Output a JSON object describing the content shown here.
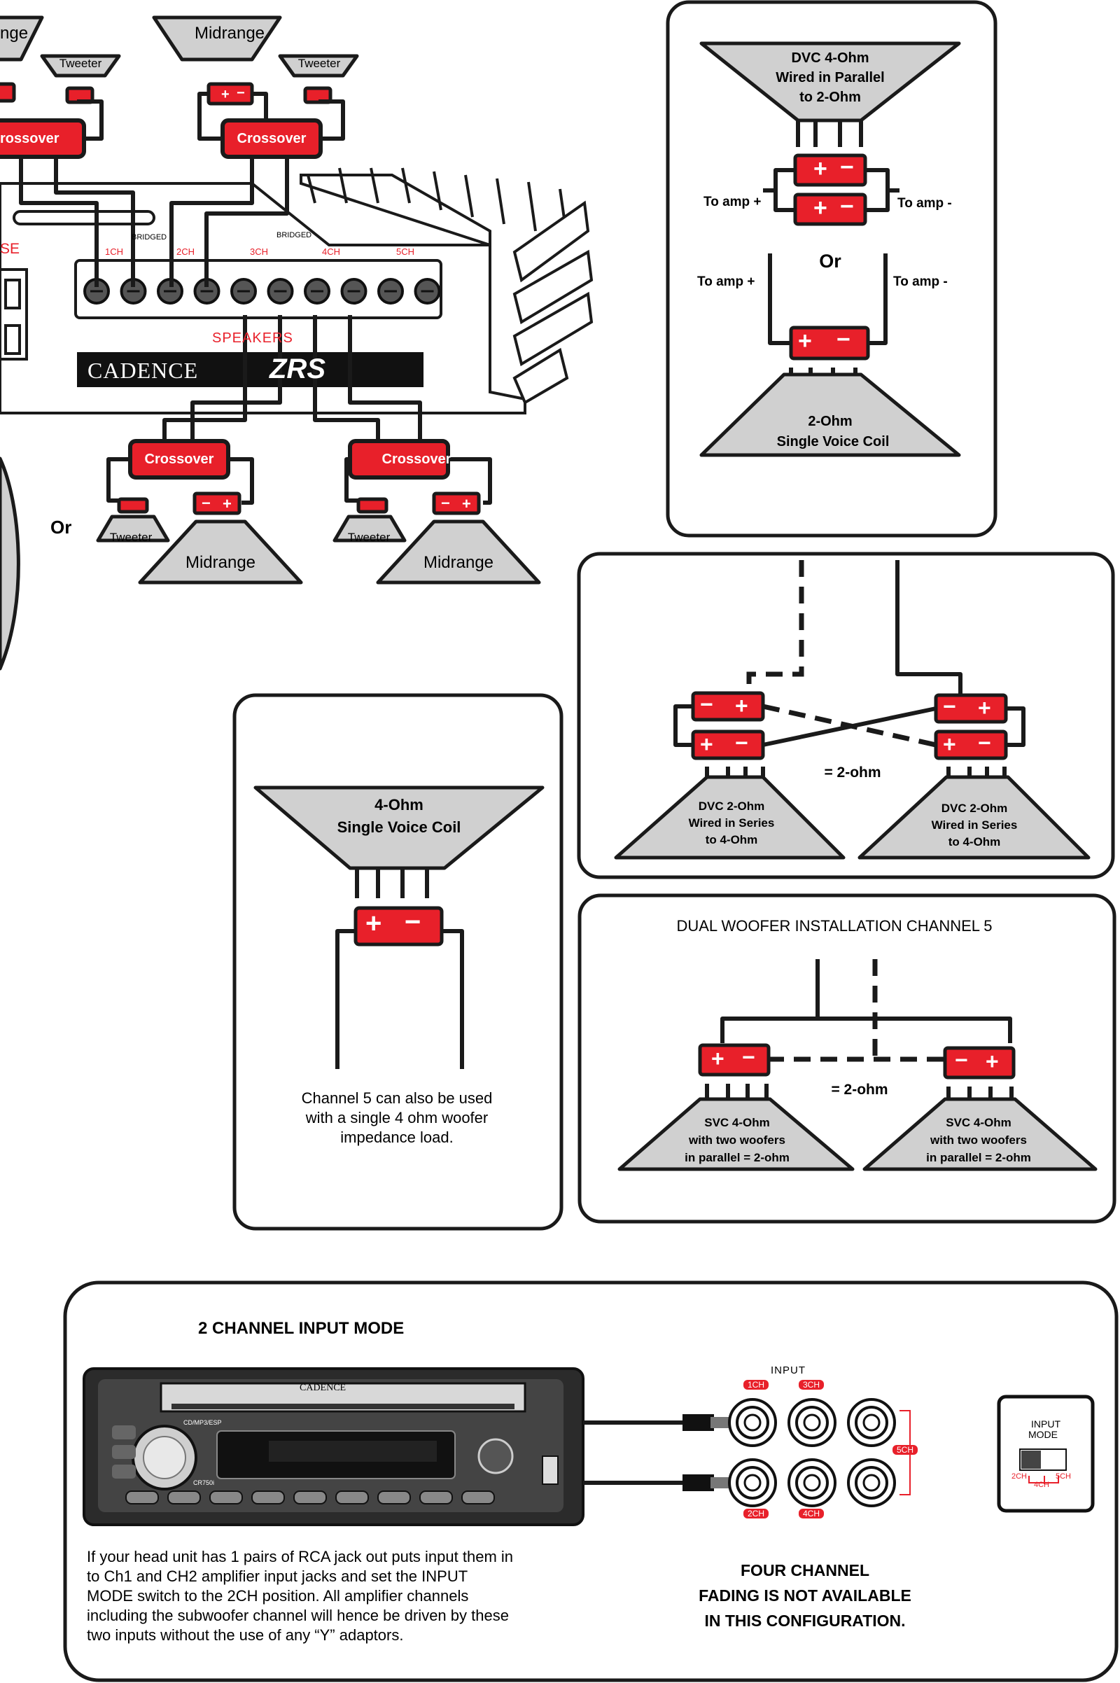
{
  "top_diagram": {
    "midrange_label": "Midrange",
    "midrange_partial": "nge",
    "tweeter_label": "Tweeter",
    "crossover_label": "Crossover",
    "crossover_partial": "rossover",
    "plus": "+",
    "minus": "−",
    "bridged_label": "BRIDGED",
    "channels": [
      "1CH",
      "2CH",
      "3CH",
      "4CH",
      "5CH"
    ],
    "speakers_label": "SPEAKERS",
    "side_partial": "SE",
    "brand_left": "CADENCE",
    "brand_right": "ZRS",
    "or_label": "Or"
  },
  "dvc_parallel_panel": {
    "speaker_title": [
      "DVC 4-Ohm",
      "Wired in Parallel",
      "to 2-Ohm"
    ],
    "to_amp_plus": "To amp +",
    "to_amp_minus": "To amp -",
    "or_label": "Or",
    "svc_title": [
      "2-Ohm",
      "Single Voice Coil"
    ]
  },
  "dvc_series_panel": {
    "left_speaker": [
      "DVC 2-Ohm",
      "Wired in Series",
      "to 4-Ohm"
    ],
    "right_speaker": [
      "DVC 2-Ohm",
      "Wired in Series",
      "to 4-Ohm"
    ],
    "equals": "= 2-ohm"
  },
  "single_panel": {
    "speaker_title": [
      "4-Ohm",
      "Single Voice Coil"
    ],
    "caption": [
      "Channel 5 can also be used",
      "with a single 4 ohm woofer",
      "impedance load."
    ]
  },
  "dual_woofer_panel": {
    "title": "DUAL WOOFER INSTALLATION CHANNEL 5",
    "equals": "= 2-ohm",
    "left_speaker": [
      "SVC 4-Ohm",
      "with two woofers",
      "in parallel = 2-ohm"
    ],
    "right_speaker": [
      "SVC 4-Ohm",
      "with two woofers",
      "in parallel = 2-ohm"
    ]
  },
  "input_mode_panel": {
    "title": "2 CHANNEL INPUT MODE",
    "head_unit_brand": "CADENCE",
    "head_unit_model": "CR750i",
    "head_unit_format": "CD/MP3/ESP",
    "input_label": "INPUT",
    "input_channels": [
      "1CH",
      "3CH",
      "5CH",
      "2CH",
      "4CH"
    ],
    "switch_title": [
      "INPUT",
      "MODE"
    ],
    "switch_positions": [
      "2CH",
      "4CH",
      "5CH"
    ],
    "description": "If your head unit has 1 pairs of RCA jack out puts input them in to Ch1 and CH2 amplifier input jacks and set the INPUT MODE switch to the 2CH position. All amplifier channels including the subwoofer channel will hence be driven by these two inputs without the use of any “Y” adaptors.",
    "warning": [
      "FOUR CHANNEL",
      "FADING IS NOT AVAILABLE",
      "IN THIS CONFIGURATION."
    ]
  },
  "colors": {
    "red": "#e8202a",
    "dark": "#1a1a1a",
    "grey": "#cfcfcf",
    "black": "#000000"
  }
}
